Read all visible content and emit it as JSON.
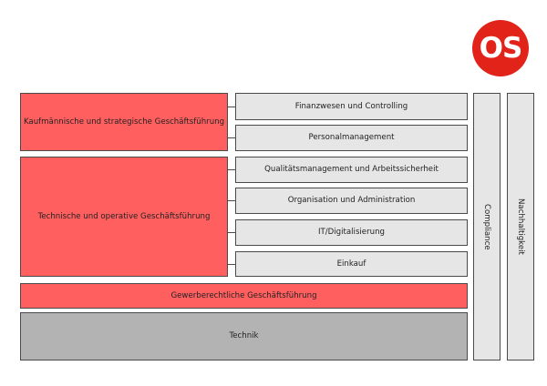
{
  "logo": {
    "text": "OS"
  },
  "left": {
    "kaufmaennisch": "Kaufmännische und strategische Geschäftsführung",
    "technisch": "Technische und operative Geschäftsführung",
    "gewerberechtlich": "Gewerberechtliche Geschäftsführung",
    "technik": "Technik"
  },
  "middle": {
    "items": [
      "Finanzwesen und Controlling",
      "Personalmanagement",
      "Qualitätsmanagement und Arbeitssicherheit",
      "Organisation und Administration",
      "IT/Digitalisierung",
      "Einkauf"
    ]
  },
  "right": {
    "compliance": "Compliance",
    "nachhaltigkeit": "Nachhaltigkeit"
  }
}
